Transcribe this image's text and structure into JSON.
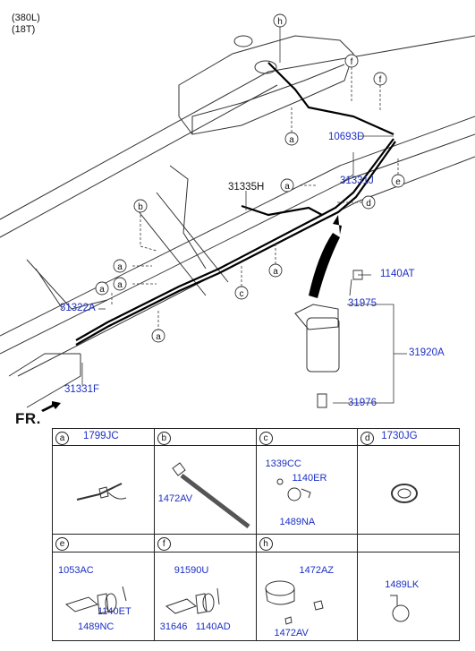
{
  "header": {
    "line1": "(380L)",
    "line2": "(18T)"
  },
  "front_label": "FR.",
  "callout_letters": {
    "a": "a",
    "b": "b",
    "c": "c",
    "d": "d",
    "e": "e",
    "f": "f",
    "h": "h"
  },
  "part_labels": {
    "p10693D": "10693D",
    "p31331J": "31331J",
    "p31335H": "31335H",
    "p1140AT": "1140AT",
    "p31975": "31975",
    "p31920A": "31920A",
    "p31976": "31976",
    "p31322A": "31322A",
    "p31331F": "31331F"
  },
  "legend": {
    "cells": [
      {
        "letter": "a",
        "code": "1799JC",
        "parts": []
      },
      {
        "letter": "b",
        "code": "",
        "parts": [
          "1472AV"
        ]
      },
      {
        "letter": "c",
        "code": "",
        "parts": [
          "1339CC",
          "1140ER",
          "1489NA"
        ]
      },
      {
        "letter": "d",
        "code": "1730JG",
        "parts": []
      },
      {
        "letter": "e",
        "code": "",
        "parts": [
          "1053AC",
          "1140ET",
          "1489NC"
        ]
      },
      {
        "letter": "f",
        "code": "",
        "parts": [
          "91590U",
          "31646",
          "1140AD"
        ]
      },
      {
        "letter": "h",
        "code": "",
        "parts": [
          "1472AZ",
          "1472AV"
        ]
      },
      {
        "letter": "",
        "code": "",
        "parts": [
          "1489LK"
        ]
      }
    ]
  }
}
